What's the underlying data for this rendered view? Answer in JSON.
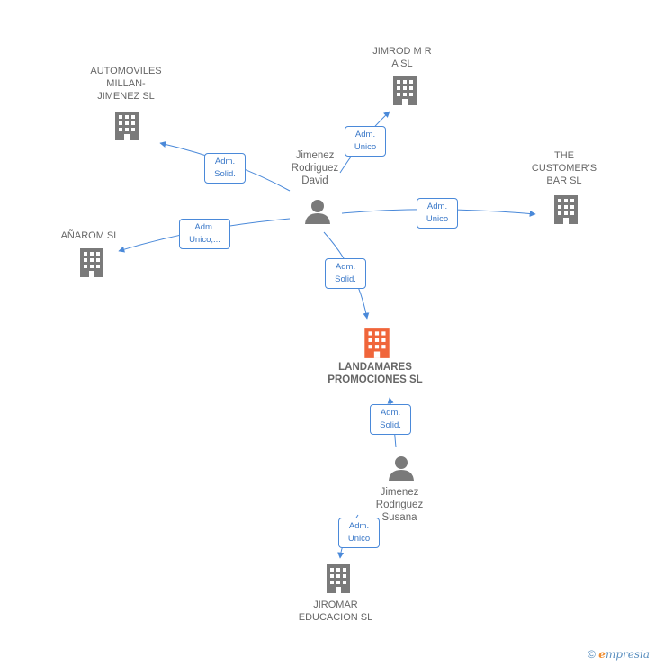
{
  "nodes": {
    "automoviles": {
      "label": "AUTOMOVILES\nMILLAN-\nJIMENEZ SL",
      "type": "company"
    },
    "jimrod": {
      "label": "JIMROD M R\nA SL",
      "type": "company"
    },
    "customers_bar": {
      "label": "THE\nCUSTOMER'S\nBAR  SL",
      "type": "company"
    },
    "anarom": {
      "label": "AÑAROM SL",
      "type": "company"
    },
    "david": {
      "label": "Jimenez\nRodriguez\nDavid",
      "type": "person"
    },
    "landamares": {
      "label": "LANDAMARES\nPROMOCIONES SL",
      "type": "company-focus"
    },
    "susana": {
      "label": "Jimenez\nRodriguez\nSusana",
      "type": "person"
    },
    "jiromar": {
      "label": "JIROMAR\nEDUCACION SL",
      "type": "company"
    }
  },
  "edges": {
    "david_automoviles": "Adm.\nSolid.",
    "david_jimrod": "Adm.\nUnico",
    "david_customers": "Adm.\nUnico",
    "david_anarom": "Adm.\nUnico,...",
    "david_landamares": "Adm.\nSolid.",
    "susana_landamares": "Adm.\nSolid.",
    "susana_jiromar": "Adm.\nUnico"
  },
  "colors": {
    "edge": "#4a89d9",
    "company_icon": "#7a7a7a",
    "focus_icon": "#f0653a",
    "person_icon": "#7a7a7a"
  },
  "credit": {
    "symbol": "©",
    "brand_initial": "e",
    "brand_rest": "mpresia"
  }
}
